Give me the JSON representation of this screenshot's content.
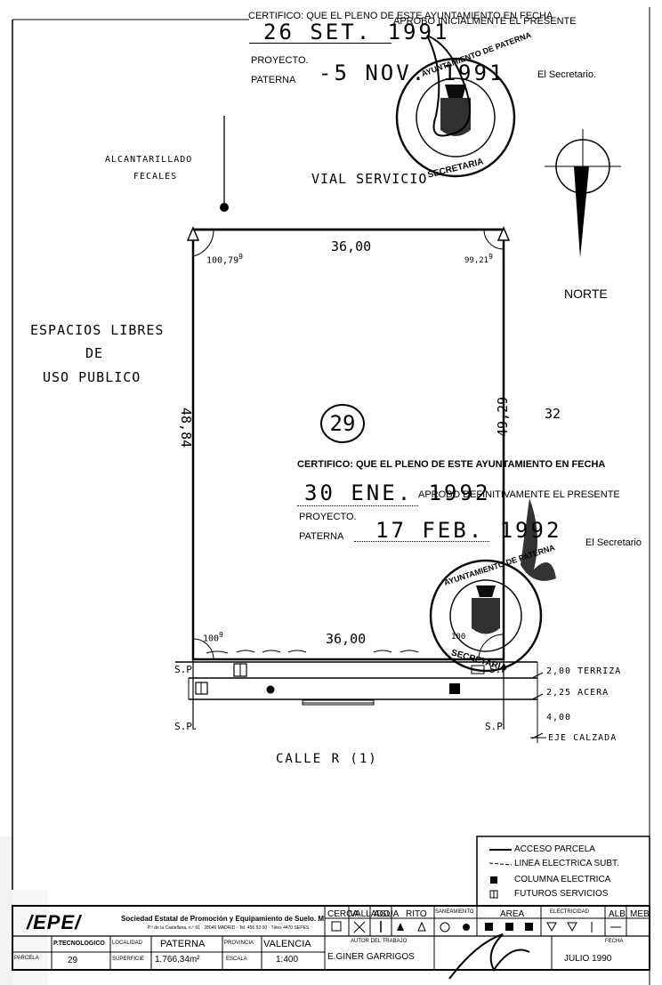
{
  "stamp_top": {
    "line1": "CERTIFICO: QUE EL PLENO DE ESTE AYUNTAMIENTO EN FECHA",
    "date1": "26 SET. 1991",
    "line2": "APROBO INICIALMENTE EL PRESENTE",
    "proyecto": "PROYECTO.",
    "paterna": "PATERNA",
    "date2": "-5 NOV. 1991",
    "secretario": "El Secretario."
  },
  "stamp_mid": {
    "line1": "CERTIFICO: QUE EL PLENO DE ESTE AYUNTAMIENTO EN FECHA",
    "date1": "30 ENE. 1992",
    "line2": "APROBO DEFINITIVAMENTE EL PRESENTE",
    "proyecto": "PROYECTO.",
    "paterna": "PATERNA",
    "date2": "17 FEB. 1992",
    "secretario": "El Secretario"
  },
  "seal": {
    "ring_text": "AYUNTAMIENTO DE PATERNA",
    "bottom_text": "SECRETARIA"
  },
  "labels": {
    "alcantarillado_1": "ALCANTARILLADO",
    "alcantarillado_2": "FECALES",
    "vial": "VIAL SERVICIO",
    "norte": "NORTE",
    "espacios_1": "ESPACIOS LIBRES",
    "espacios_2": "DE",
    "espacios_3": "USO PUBLICO",
    "plot_number": "29",
    "neighbor": "32",
    "calle": "CALLE R (1)",
    "sp_left_top": "S.P",
    "sp_right_top": "S.P",
    "sp_left_bottom": "S.P.",
    "sp_right_bottom": "S.P"
  },
  "dimensions": {
    "top": "36,00",
    "bottom": "36,00",
    "left": "48,84",
    "right": "49,29",
    "angle_tl": "100,79",
    "angle_tl_sup": "9",
    "angle_tr": "99,21",
    "angle_tr_sup": "9",
    "angle_bl": "100",
    "angle_bl_sup": "9",
    "angle_br": "100"
  },
  "section": {
    "terriza": "2,00 TERRIZA",
    "acera": "2,25 ACERA",
    "calzada_val": "4,00",
    "eje": "EJE CALZADA"
  },
  "legend": {
    "items": [
      "ACCESO PARCELA",
      "LINEA ELECTRICA SUBT.",
      "COLUMNA ELECTRICA",
      "FUTUROS SERVICIOS"
    ]
  },
  "title_block": {
    "logo": "/EPE/",
    "company": "Sociedad Estatal de Promoción y Equipamiento de Suelo. MOPU",
    "address": "P.º de la Castellana, n.º 91 · 28046 MADRID · Tel. 456 53 00 · Télex 4470 SEPES",
    "parque_label": "P.TECNOLOGICO",
    "parcela_label": "PARCELA",
    "parcela_val": "29",
    "localidad_label": "LOCALIDAD",
    "localidad_val": "PATERNA",
    "superficie_label": "SUPERFICIE",
    "superficie_val": "1.766,34m²",
    "provincia_label": "PROVINCIA",
    "provincia_val": "VALENCIA",
    "escala_label": "ESCALA",
    "escala_val": "1:400",
    "autor_label": "AUTOR DEL TRABAJO",
    "autor_val": "E.GINER GARRIGOS",
    "fecha_label": "FECHA",
    "fecha_val": "JULIO 1990",
    "header_cells": [
      "CERCA",
      "VALLADO",
      "AGUA",
      "RITO",
      "SANEAMIENTO",
      "AREA",
      "ELECTRICIDAD",
      "ALB",
      "MEB"
    ]
  },
  "colors": {
    "ink": "#000000",
    "paper": "#ffffff"
  }
}
